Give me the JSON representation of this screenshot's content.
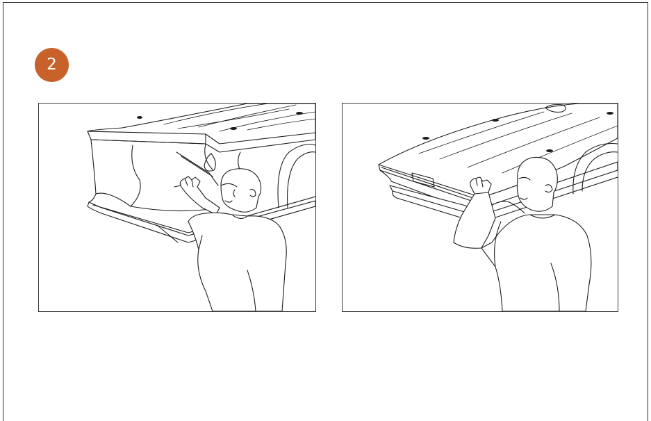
{
  "step": {
    "number": "2",
    "badge_color": "#c8612a"
  },
  "illustrations": [
    {
      "name": "left-illustration"
    },
    {
      "name": "right-illustration"
    }
  ]
}
